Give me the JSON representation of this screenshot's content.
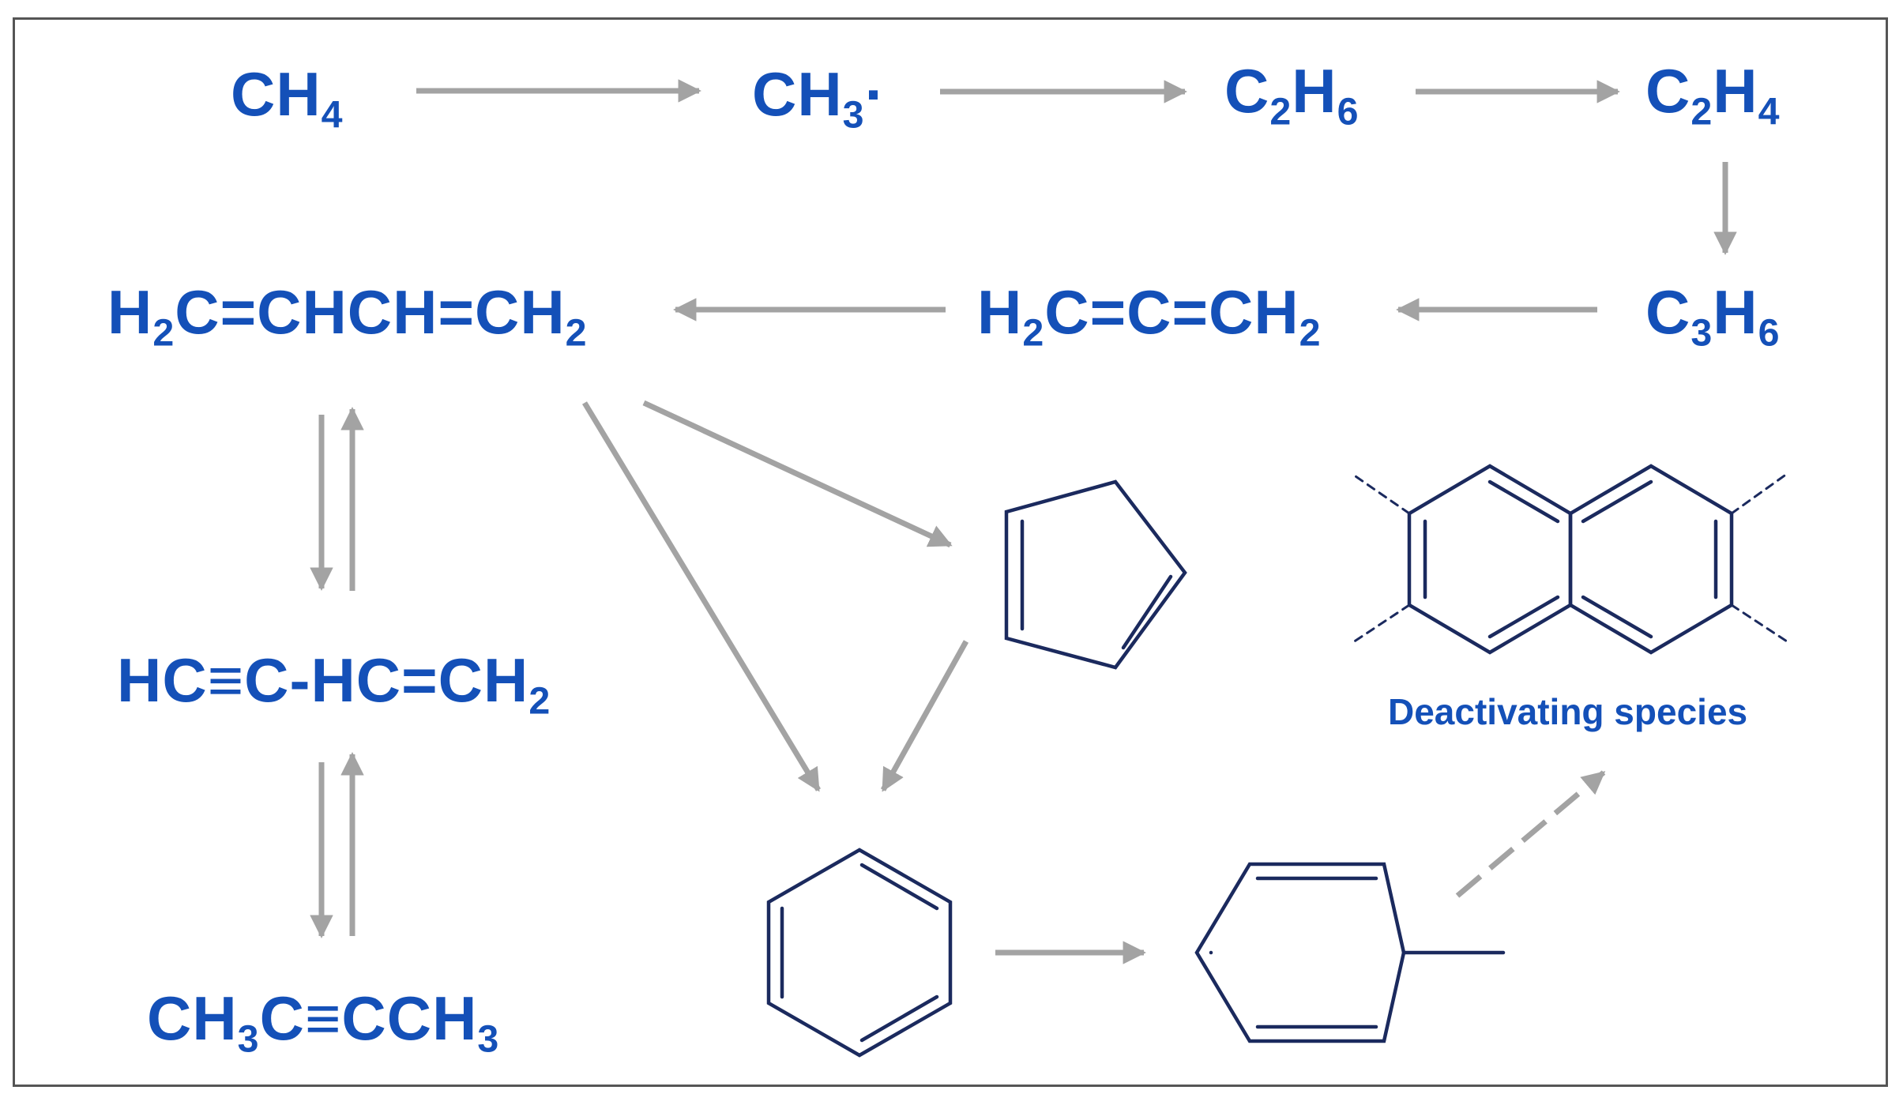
{
  "species": {
    "ch4": {
      "p1": "CH",
      "s1": "4"
    },
    "ch3": {
      "p1": "CH",
      "s1": "3",
      "p2": "·"
    },
    "c2h6": {
      "p1": "C",
      "s1": "2",
      "p2": "H",
      "s2": "6"
    },
    "c2h4": {
      "p1": "C",
      "s1": "2",
      "p2": "H",
      "s2": "4"
    },
    "c3h6": {
      "p1": "C",
      "s1": "3",
      "p2": "H",
      "s2": "6"
    },
    "allene": {
      "p1": "H",
      "s1": "2",
      "p2": "C=C=CH",
      "s2": "2"
    },
    "butadiene": {
      "p1": "H",
      "s1": "2",
      "p2": "C=CHCH=CH",
      "s2": "2"
    },
    "vinylacetylene": {
      "p1": "HC≡C-HC=CH",
      "s1": "2"
    },
    "butyne": {
      "p1": "CH",
      "s1": "3",
      "p2": "C≡CCH",
      "s2": "3"
    }
  },
  "labels": {
    "deactivating": "Deactivating species"
  },
  "colors": {
    "formula": "#1450b8",
    "arrow": "#a3a3a3",
    "structure": "#1b2a5e",
    "border": "#555555"
  }
}
